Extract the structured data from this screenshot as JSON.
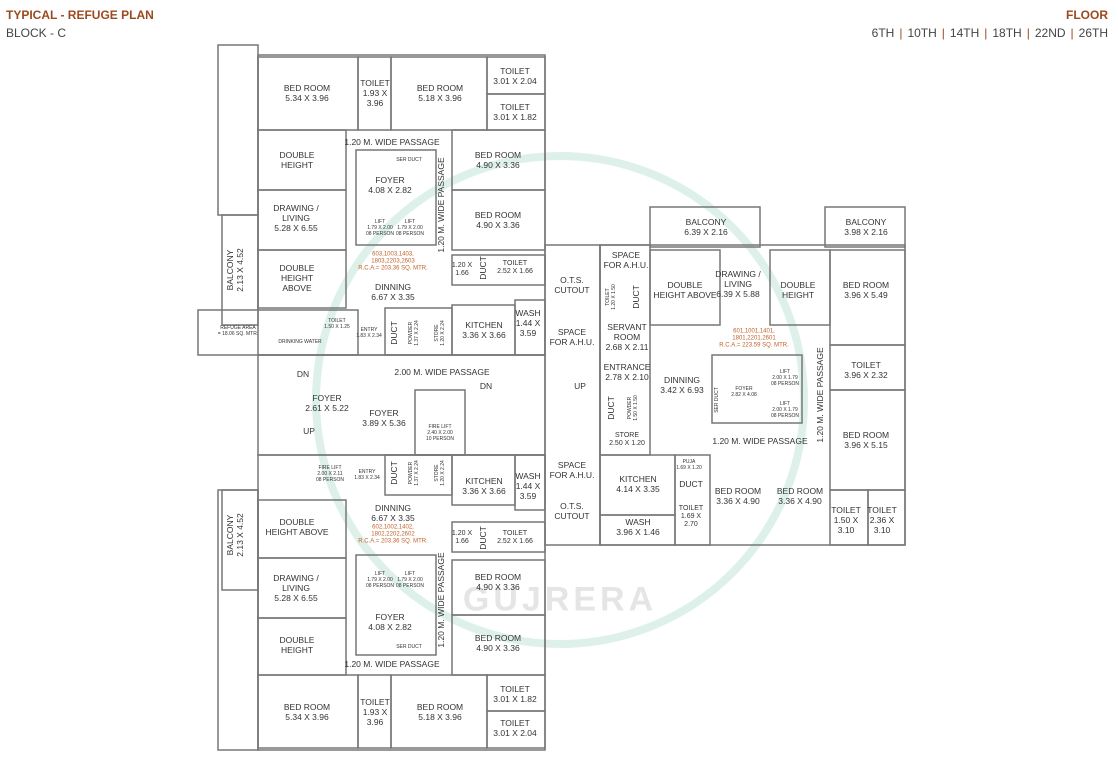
{
  "header": {
    "title": "TYPICAL - REFUGE PLAN",
    "block": "BLOCK - C",
    "floor_title": "FLOOR",
    "floors": [
      "6TH",
      "10TH",
      "14TH",
      "18TH",
      "22ND",
      "26TH"
    ]
  },
  "watermark": "GUJRERA",
  "colors": {
    "accent": "#9b4a1e",
    "rca_text": "#c0612b",
    "watermark": "#78c8aa"
  },
  "labels": [
    "BED ROOM\n5.34 X 3.96",
    "TOILET\n1.93 X\n3.96",
    "BED ROOM\n5.18 X 3.96",
    "TOILET\n3.01 X 2.04",
    "TOILET\n3.01 X 1.82",
    "1.20 M. WIDE PASSAGE",
    "DOUBLE\nHEIGHT",
    "SER DUCT",
    "FOYER\n4.08 X 2.82",
    "BED ROOM\n4.90 X 3.36",
    "1.20 M. WIDE PASSAGE",
    "DRAWING /\nLIVING\n5.28 X 6.55",
    "LIFT\n1.79 X 2.00\n08 PERSON",
    "LIFT\n1.79 X 2.00\n08 PERSON",
    "BED ROOM\n4.90 X 3.36",
    "BALCONY\n2.13 X 4.52",
    "DOUBLE\nHEIGHT\nABOVE",
    "603,1003,1403,\n1803,2203,2603\nR.C.A.= 203.36 SQ. MTR.",
    "DINNING\n6.67 X 3.35",
    "1.20 X\n1.66",
    "DUCT",
    "TOILET\n2.52 X 1.66",
    "O.T.S.\nCUTOUT",
    "SPACE\nFOR A.H.U.",
    "TOILET\n1.20 X 1.50",
    "DUCT",
    "WASH\n1.44 X\n3.59",
    "REFUGE AREA\n= 18.06 SQ. MTR.",
    "TOILET\n1.50 X 1.25",
    "DRINKING WATER",
    "ENTRY\n1.83 X 2.34",
    "DUCT",
    "POWDER\n1.37 X 2.24",
    "STORE\n1.20 X 2.24",
    "KITCHEN\n3.36 X 3.66",
    "SPACE\nFOR A.H.U.",
    "SERVANT\nROOM\n2.68 X 2.11",
    "2.00 M. WIDE PASSAGE",
    "DN",
    "DN",
    "UP",
    "UP",
    "FOYER\n2.61 X 5.22",
    "FOYER\n3.89 X 5.36",
    "FIRE LIFT\n2.40 X 2.00\n10 PERSON",
    "ENTRANCE\n2.78 X 2.10",
    "DUCT",
    "POWDER\n1.50 X 1.50",
    "STORE\n2.50 X 1.20",
    "DINNING\n3.42 X 6.93",
    "BALCONY\n6.39 X 2.16",
    "BALCONY\n3.98 X 2.16",
    "DOUBLE\nHEIGHT ABOVE",
    "DRAWING /\nLIVING\n6.39 X 5.88",
    "DOUBLE\nHEIGHT",
    "BED ROOM\n3.96 X 5.49",
    "601,1001,1401,\n1801,2201,2601\nR.C.A.= 223.59 SQ. MTR.",
    "FOYER\n2.82 X 4.08",
    "SER DUCT",
    "LIFT\n2.00 X 1.79\n08 PERSON",
    "LIFT\n2.00 X 1.79\n08 PERSON",
    "1.20 M. WIDE PASSAGE",
    "1.20 M. WIDE PASSAGE",
    "TOILET\n3.96 X 2.32",
    "BED ROOM\n3.96 X 5.15",
    "SPACE\nFOR A.H.U.",
    "O.T.S.\nCUTOUT",
    "KITCHEN\n4.14 X 3.35",
    "WASH\n3.96 X 1.46",
    "PUJA\n1.69 X 1.20",
    "DUCT",
    "TOILET\n1.69 X\n2.70",
    "BED ROOM\n3.36 X 4.90",
    "BED ROOM\n3.36 X 4.90",
    "TOILET\n1.50 X\n3.10",
    "TOILET\n2.36 X\n3.10",
    "FIRE LIFT\n2.00 X 2.11\n08 PERSON",
    "ENTRY\n1.83 X 2.34",
    "DUCT",
    "POWDER\n1.37 X 2.24",
    "STORE\n1.20 X 2.24",
    "KITCHEN\n3.36 X 3.66",
    "WASH\n1.44 X\n3.59",
    "BALCONY\n2.13 X 4.52",
    "DOUBLE\nHEIGHT ABOVE",
    "DINNING\n6.67 X 3.35",
    "602,1002,1402,\n1802,2202,2602\nR.C.A.= 203.36 SQ. MTR.",
    "1.20 X\n1.66",
    "DUCT",
    "TOILET\n2.52 X 1.66",
    "LIFT\n1.79 X 2.00\n08 PERSON",
    "LIFT\n1.79 X 2.00\n08 PERSON",
    "DRAWING /\nLIVING\n5.28 X 6.55",
    "BED ROOM\n4.90 X 3.36",
    "1.20 M. WIDE PASSAGE",
    "FOYER\n4.08 X 2.82",
    "SER DUCT",
    "DOUBLE\nHEIGHT",
    "BED ROOM\n4.90 X 3.36",
    "1.20 M. WIDE PASSAGE",
    "BED ROOM\n5.34 X 3.96",
    "TOILET\n1.93 X\n3.96",
    "BED ROOM\n5.18 X 3.96",
    "TOILET\n3.01 X 1.82",
    "TOILET\n3.01 X 2.04"
  ]
}
